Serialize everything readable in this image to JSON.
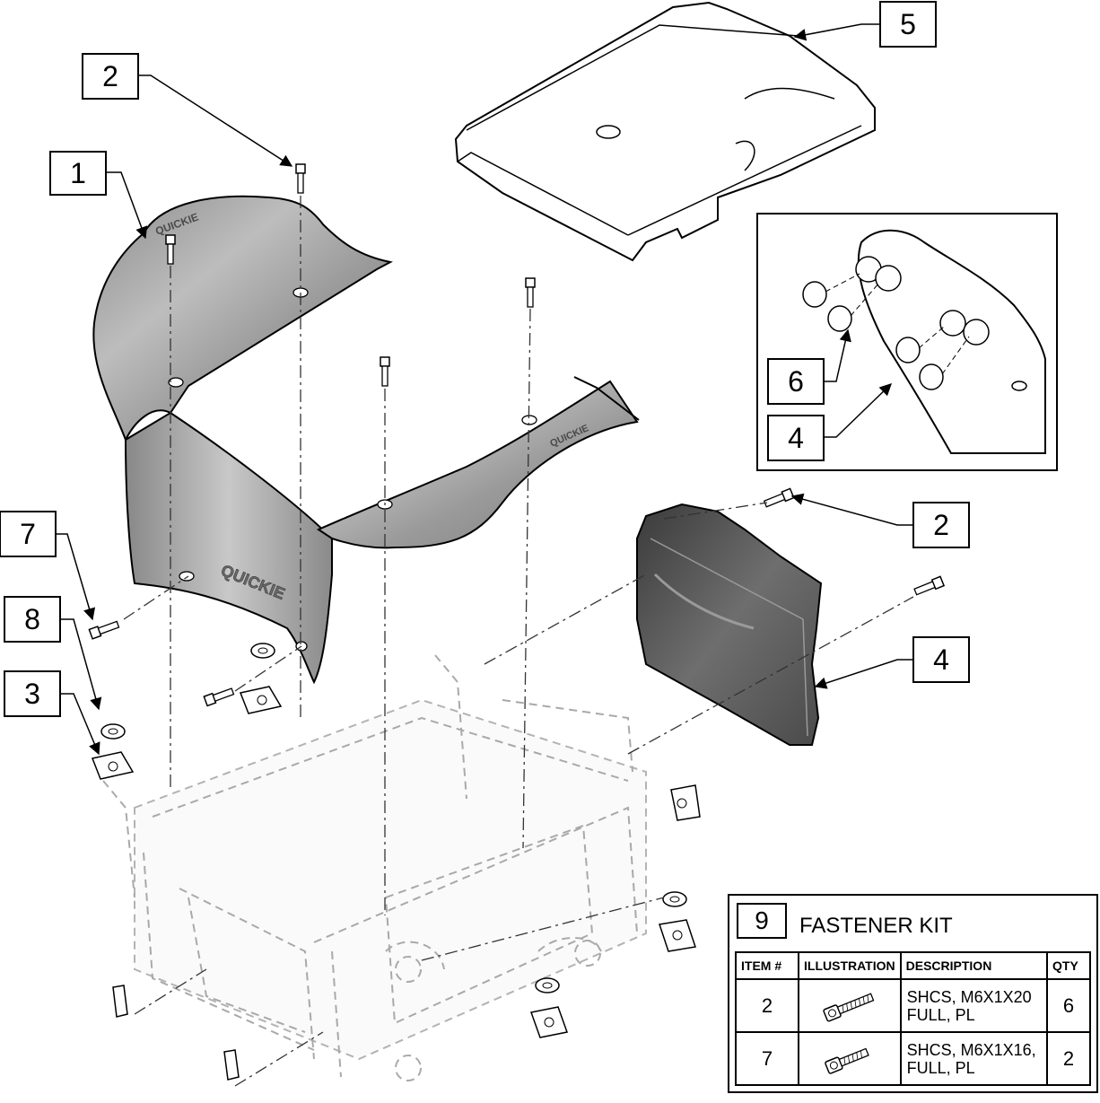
{
  "callouts": [
    {
      "id": "c1",
      "label": "1"
    },
    {
      "id": "c2a",
      "label": "2"
    },
    {
      "id": "c5",
      "label": "5"
    },
    {
      "id": "c6",
      "label": "6"
    },
    {
      "id": "c4a",
      "label": "4"
    },
    {
      "id": "c7",
      "label": "7"
    },
    {
      "id": "c8",
      "label": "8"
    },
    {
      "id": "c3",
      "label": "3"
    },
    {
      "id": "c2b",
      "label": "2"
    },
    {
      "id": "c4b",
      "label": "4"
    }
  ],
  "kit": {
    "number": "9",
    "title": "FASTENER KIT",
    "headers": [
      "ITEM #",
      "ILLUSTRATION",
      "DESCRIPTION",
      "QTY"
    ],
    "rows": [
      {
        "item": "2",
        "illustration": "screw-m6x20-icon",
        "desc_line1": "SHCS, M6X1X20",
        "desc_line2": "FULL, PL",
        "qty": "6"
      },
      {
        "item": "7",
        "illustration": "screw-m6x16-icon",
        "desc_line1": "SHCS, M6X1X16,",
        "desc_line2": "FULL, PL",
        "qty": "2"
      }
    ]
  },
  "logos": [
    "QUICKIE",
    "QUICKIE",
    "QUICKIE"
  ]
}
